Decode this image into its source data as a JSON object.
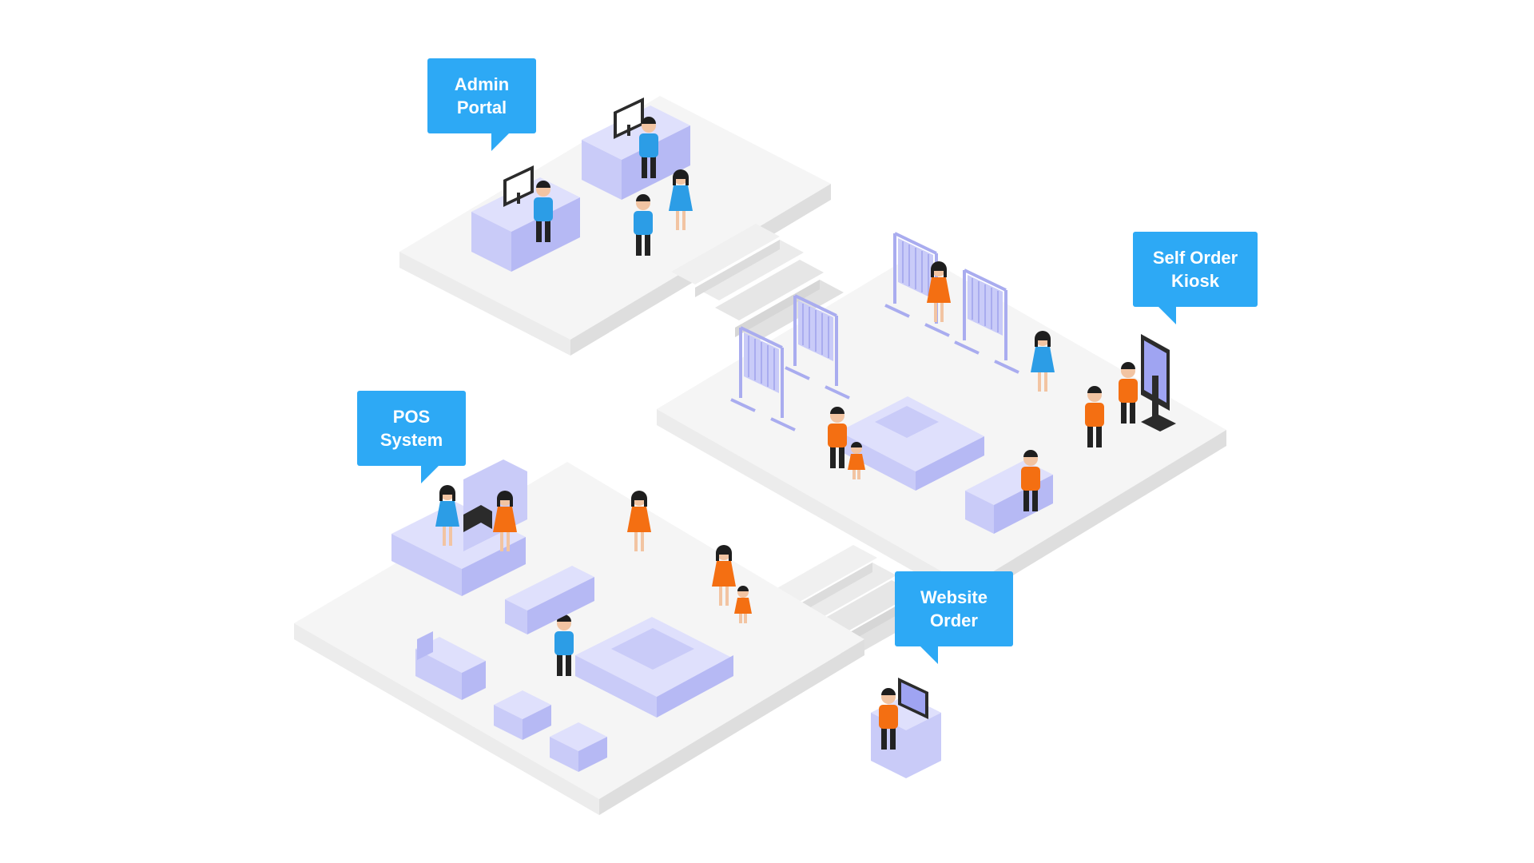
{
  "labels": {
    "admin": {
      "line1": "Admin",
      "line2": "Portal"
    },
    "pos": {
      "line1": "POS",
      "line2": "System"
    },
    "kiosk": {
      "line1": "Self Order",
      "line2": "Kiosk"
    },
    "website": {
      "line1": "Website",
      "line2": "Order"
    }
  },
  "colors": {
    "callout": "#2da9f5",
    "floor_top": "#f5f5f5",
    "floor_side_light": "#ececec",
    "floor_side_dark": "#dedede",
    "furniture": "#c9cbf8",
    "furniture_dark": "#a9acef",
    "person_blue": "#2c9de6",
    "person_orange": "#f46f12",
    "person_dark": "#222222",
    "skin": "#f2c4a2"
  },
  "icons": [
    "desk-icon",
    "computer-icon",
    "clothing-rack-icon",
    "kiosk-icon",
    "sofa-icon",
    "display-table-icon",
    "stairs-icon",
    "person-icon"
  ]
}
